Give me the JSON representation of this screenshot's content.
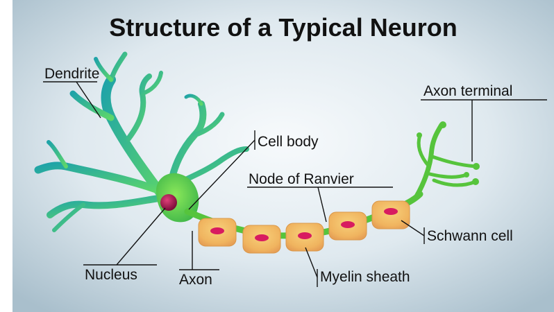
{
  "title": "Structure of a Typical Neuron",
  "labels": {
    "dendrite": "Dendrite",
    "axon_terminal": "Axon terminal",
    "cell_body": "Cell body",
    "node_of_ranvier": "Node of Ranvier",
    "schwann_cell": "Schwann cell",
    "nucleus": "Nucleus",
    "axon": "Axon",
    "myelin_sheath": "Myelin sheath"
  },
  "colors": {
    "background_center": "#f4f8fb",
    "background_edge": "#b8ccd8",
    "dendrite_teal": "#2fb8a8",
    "axon_green": "#5cc93c",
    "nucleus": "#a8124a",
    "myelin": "#f2c36b",
    "schwann_nucleus": "#d81b60"
  }
}
